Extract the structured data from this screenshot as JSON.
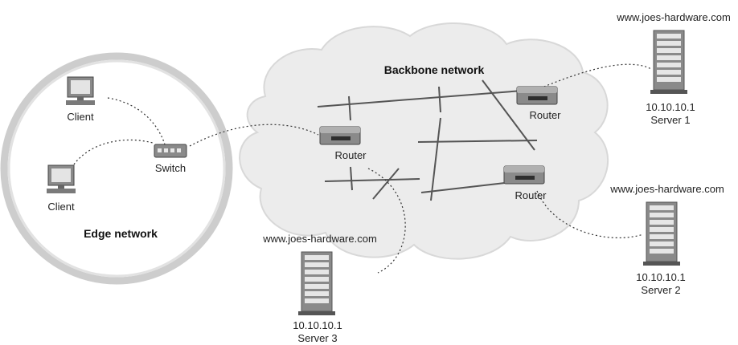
{
  "edge": {
    "label": "Edge network"
  },
  "backbone": {
    "label": "Backbone network"
  },
  "clients": [
    {
      "label": "Client"
    },
    {
      "label": "Client"
    }
  ],
  "switch": {
    "label": "Switch"
  },
  "routers": [
    {
      "label": "Router"
    },
    {
      "label": "Router"
    },
    {
      "label": "Router"
    }
  ],
  "servers": [
    {
      "host": "www.joes-hardware.com",
      "ip": "10.10.10.1",
      "name": "Server 1"
    },
    {
      "host": "www.joes-hardware.com",
      "ip": "10.10.10.1",
      "name": "Server 2"
    },
    {
      "host": "www.joes-hardware.com",
      "ip": "10.10.10.1",
      "name": "Server 3"
    }
  ],
  "colors": {
    "cloud": "#e9e9e9",
    "ring": "#c8c8c8",
    "device": "#7a7a7a",
    "device_dark": "#3a3a3a"
  }
}
